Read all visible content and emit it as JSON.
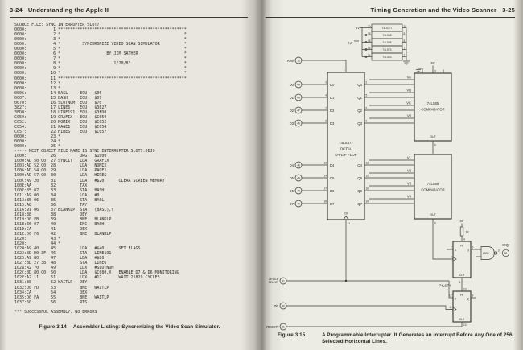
{
  "left_page": {
    "page_number": "3-24",
    "running_title": "Understanding the Apple II",
    "caption_label": "Figure 3.14",
    "caption_text": "Assembler Listing: Syncronizing the Video Scan Simulator.",
    "listing_lines": [
      "SOURCE FILE: SYNC INTERRUPTER SLOT7",
      "0000:           1 *****************************************************",
      "0000:           2 *                                                   *",
      "0000:           3 *                                                   *",
      "0000:           4 *         SYNCHRONIZE VIDEO SCAN SIMULATOR          *",
      "0000:           5 *                                                   *",
      "0000:           6 *                   BY JIM SATHER                   *",
      "0000:           7 *                                                   *",
      "0000:           8 *                      1/20/83                      *",
      "0000:           9 *                                                   *",
      "0000:          10 *                                                   *",
      "0000:          11 *****************************************************",
      "0000:          12 *",
      "0000:          13 *",
      "0006:          14 BASL     EQU   $06",
      "0007:          15 BASH     EQU   $07",
      "0070:          16 SLOTNUM  EQU   $70",
      "3827:          17 LINE6    EQU   $3827",
      "3FD0:          18 LINE191  EQU   $3FD0",
      "C050:          19 GRAFIX   EQU   $C050",
      "C052:          20 NOMIX    EQU   $C052",
      "C054:          21 PAGE1    EQU   $C054",
      "C057:          22 HIRES    EQU   $C057",
      "0000:          23 *",
      "0000:          24 *",
      "0000:          25 *",
      "----- NEXT OBJECT FILE NAME IS SYNC INTERRUPTER SLOT7.OBJ0",
      "1000:          26          ORG   $1000",
      "1000:AD 50 C0  27 SYNCIT   LDA   GRAFIX",
      "1003:AD 52 C0  28          LDA   NOMIX",
      "1006:AD 54 C0  29          LDA   PAGE1",
      "1009:AD 57 C0  30          LDA   HIRES",
      "100C:A9 20     31          LDA   #$20      CLEAR SCREEN MEMORY",
      "100E:AA        32          TAX",
      "100F:85 07     33          STA   BASH",
      "1011:A9 00     34          LDA   #0",
      "1013:85 06     35          STA   BASL",
      "1015:A8        36          TAY",
      "1016:91 06     37 BLANKLP  STA   (BASL),Y",
      "1018:88        38          DEY",
      "1019:D0 FB     39          BNE   BLANKLP",
      "101B:E6 07     40          INC   BASH",
      "101D:CA        41          DEX",
      "101E:D0 F6     42          BNE   BLANKLP",
      "1020:          43 *",
      "1020:          44 *",
      "1020:A9 40     45          LDA   #$40      SET FLAGS",
      "1022:8D D0 3F  46          STA   LINE191",
      "1025:A9 80     47          LDA   #$80",
      "1027:8D 27 38  48          STA   LINE6",
      "102A:A2 70     49          LDX   #SLOTNUM",
      "102C:BD 80 C0  50          LDA   $C080,X   ENABLE D7 & D6 MONITORING",
      "102F:A2 11     51          LDX   #17       WAIT 21829 CYCLES",
      "1031:88        52 WAITLP   DEY",
      "1032:D0 FD     53          BNE   WAITLP",
      "1034:CA        54          DEX",
      "1035:D0 FA     55          BNE   WAITLP",
      "1037:60        56          RTS",
      "",
      "*** SUCCESSFUL ASSEMBLY: NO ERRORS"
    ]
  },
  "right_page": {
    "running_title": "Timing Generation and the Video Scanner",
    "page_number": "3-25",
    "caption_label": "Figure 3.15",
    "caption_text": "A Programmable Interrupter. It Generates an Interrupt Before Any One of 256 Selected Horizontal Lines.",
    "schematic": {
      "power_table": {
        "supply_label": "5V",
        "cap_label": ".1µF",
        "chips": [
          "74LS377",
          "74LS85",
          "74LS85",
          "74LS74",
          "74LS03"
        ],
        "vcc_pins": [
          "20",
          "16",
          "16",
          "14",
          "14"
        ],
        "gnd_pins": [
          "10",
          "8",
          "8",
          "7",
          "7"
        ]
      },
      "register": {
        "name": "74LS377",
        "subtitle1": "OCTAL",
        "subtitle2": "D-FLIP FLOP",
        "enable": {
          "signal": "R/W",
          "slot": "18",
          "pin": "1"
        },
        "clock": {
          "label": "CK",
          "pin": "11"
        },
        "bits": [
          {
            "d": "D0",
            "slot": "49",
            "dpin": "3",
            "q": "Q0",
            "qpin": "2"
          },
          {
            "d": "D1",
            "slot": "48",
            "dpin": "4",
            "q": "Q1",
            "qpin": "5"
          },
          {
            "d": "D2",
            "slot": "47",
            "dpin": "7",
            "q": "Q2",
            "qpin": "6"
          },
          {
            "d": "D3",
            "slot": "46",
            "dpin": "8",
            "q": "Q3",
            "qpin": "9"
          },
          {
            "d": "D4",
            "slot": "45",
            "dpin": "13",
            "q": "Q4",
            "qpin": "12"
          },
          {
            "d": "D5",
            "slot": "44",
            "dpin": "14",
            "q": "Q5",
            "qpin": "15"
          },
          {
            "d": "D6",
            "slot": "43",
            "dpin": "17",
            "q": "Q6",
            "qpin": "16"
          },
          {
            "d": "D7",
            "slot": "42",
            "dpin": "18",
            "q": "Q7",
            "qpin": "19"
          }
        ]
      },
      "comparator1": {
        "name": "74LS85",
        "subtitle": "COMPARATOR",
        "cascade_supply": "5V",
        "cascade_pin": "3",
        "out_label": "OUT",
        "out_pin": "6",
        "scanner_inputs": [
          "VA",
          "VB",
          "VC",
          "V0"
        ]
      },
      "comparator2": {
        "name": "74LS85",
        "subtitle": "COMPARATOR",
        "out_label": "OUT",
        "out_pin": "6",
        "scanner_inputs": [
          "V1",
          "V2",
          "V3",
          "V4"
        ]
      },
      "flipflops": {
        "name": "74LS74",
        "pullup": {
          "supply": "5V",
          "value": "1K"
        },
        "ff1": {
          "pr": "PR",
          "d": "D",
          "q": "Q",
          "clr": "CLR",
          "pr_pin": "4",
          "d_pin": "2",
          "ck_pin": "3",
          "q_pin": "5",
          "clr_pin": "1"
        },
        "ff2": {
          "pr": "PR",
          "d": "D",
          "q": "Q",
          "clr": "CLR",
          "pr_pin": "10",
          "d_pin": "12",
          "ck_pin": "11",
          "q_pin": "9",
          "clr_pin": "13"
        }
      },
      "gate": {
        "name": "LS03",
        "out_pin": "3"
      },
      "signals": {
        "irq": {
          "label": "IRQ'",
          "slot": "30"
        },
        "device_select": {
          "label1": "DEVICE",
          "label2": "SELECT",
          "slot": "41"
        },
        "phase0": {
          "label": "Ø0",
          "slot": "40"
        },
        "reset": {
          "label": "RESET'",
          "slot": "31"
        }
      }
    }
  }
}
